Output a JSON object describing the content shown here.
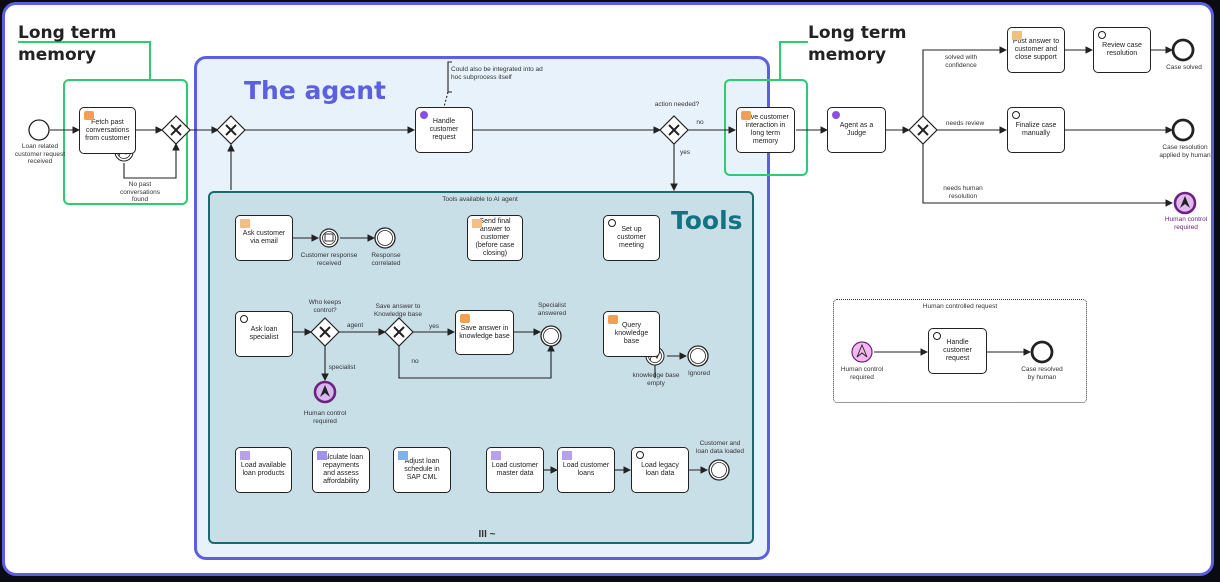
{
  "memory_left": "Long term memory",
  "memory_right": "Long term memory",
  "agent_title": "The agent",
  "tools_title": "Tools",
  "tools_caption": "Tools available to AI agent",
  "annotation": "Could also be integrated into ad hoc subprocess itself",
  "main": {
    "start_label": "Loan related customer request received",
    "fetch_task": "Fetch past conversations from customer",
    "no_past": "No past conversations found",
    "handle_task": "Handle customer request",
    "action_needed": "action needed?",
    "no": "no",
    "yes": "yes",
    "save_task": "Save customer interaction in long term memory",
    "judge_task": "Agent as a Judge",
    "solved_conf": "solved with confidence",
    "needs_review": "needs review",
    "needs_human": "needs human resolution",
    "post_task": "Post answer to customer and close support",
    "review_task": "Review case resolution",
    "case_solved": "Case solved",
    "finalize_task": "Finalize case manually",
    "case_human": "Case resolution applied by human",
    "human_req": "Human control required"
  },
  "tools": {
    "ask_email": "Ask customer via email",
    "cust_response": "Customer response received",
    "resp_correlated": "Response correlated",
    "send_final": "Send final answer to customer (before case closing)",
    "setup_meeting": "Set up customer meeting",
    "ask_specialist": "Ask loan specialist",
    "who_keeps": "Who keeps control?",
    "agent": "agent",
    "specialist": "specialist",
    "human_req": "Human control required",
    "save_kb_q": "Save answer to Knowledge base",
    "yes": "yes",
    "no": "no",
    "save_kb_task": "Save answer in knowledge base",
    "spec_answered": "Specialist answered",
    "query_kb": "Query knowledge base",
    "kb_empty": "knowledge base empty",
    "ignored": "Ignored",
    "load_products": "Load available loan products",
    "calc_loan": "Calculate loan repayments and assess affordability",
    "adjust_loan": "Adjust loan schedule in SAP CML",
    "load_master": "Load customer master data",
    "load_loans": "Load customer loans",
    "load_legacy": "Load legacy loan data",
    "data_loaded": "Customer and loan data loaded",
    "marker": "III ~"
  },
  "human_panel": {
    "title": "Human controlled request",
    "start": "Human control required",
    "task": "Handle customer request",
    "end": "Case resolved by human"
  },
  "colors": {
    "memory": "#2ecc71",
    "agent": "#5b5fe0",
    "tools_border": "#1a6b70",
    "tools_text": "#127480",
    "tools_bg": "#c9dfe8",
    "agent_bg": "#e8f2fb",
    "frame": "#5b5fe0"
  }
}
